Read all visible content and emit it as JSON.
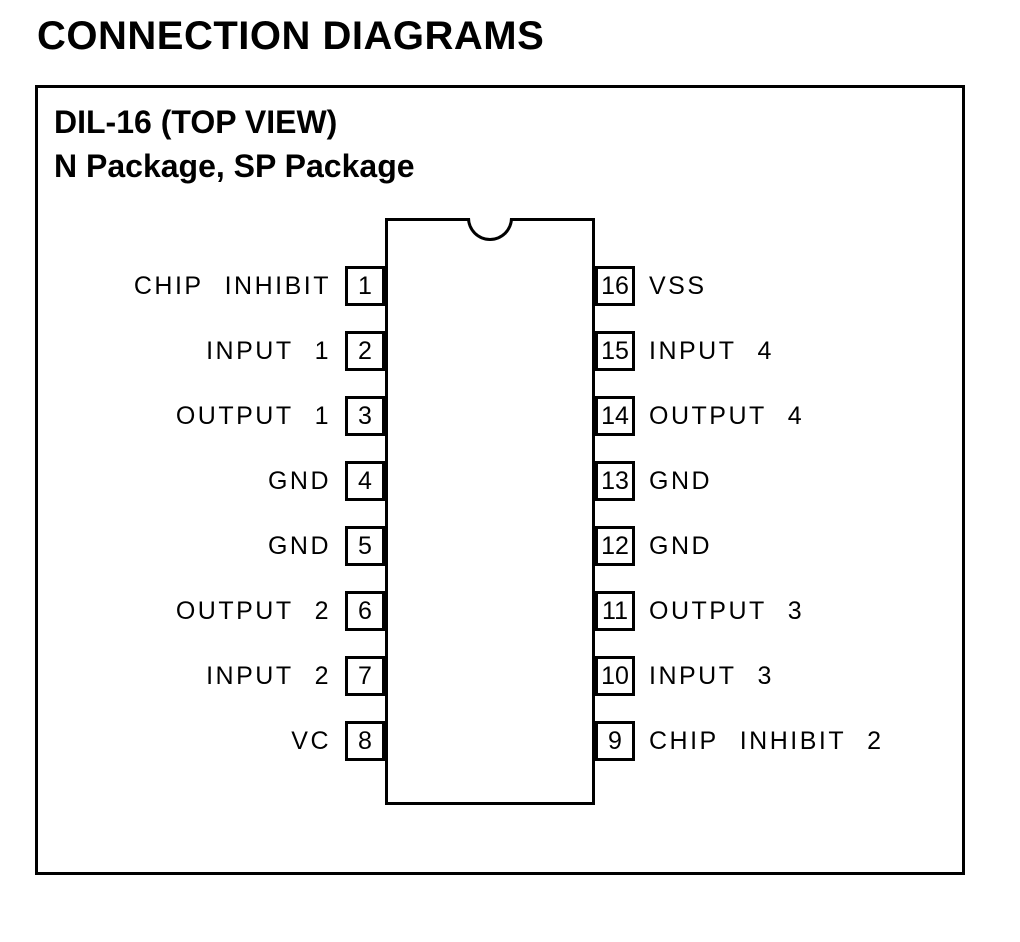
{
  "page": {
    "title": "CONNECTION DIAGRAMS"
  },
  "diagram": {
    "heading_line1": "DIL-16 (TOP VIEW)",
    "heading_line2": "N Package, SP Package",
    "package_type": "DIL-16"
  },
  "pins": {
    "left": [
      {
        "number": "1",
        "label": "CHIP INHIBIT"
      },
      {
        "number": "2",
        "label": "INPUT 1"
      },
      {
        "number": "3",
        "label": "OUTPUT 1"
      },
      {
        "number": "4",
        "label": "GND"
      },
      {
        "number": "5",
        "label": "GND"
      },
      {
        "number": "6",
        "label": "OUTPUT 2"
      },
      {
        "number": "7",
        "label": "INPUT 2"
      },
      {
        "number": "8",
        "label": "VC"
      }
    ],
    "right": [
      {
        "number": "16",
        "label": "VSS"
      },
      {
        "number": "15",
        "label": "INPUT 4"
      },
      {
        "number": "14",
        "label": "OUTPUT 4"
      },
      {
        "number": "13",
        "label": "GND"
      },
      {
        "number": "12",
        "label": "GND"
      },
      {
        "number": "11",
        "label": "OUTPUT 3"
      },
      {
        "number": "10",
        "label": "INPUT 3"
      },
      {
        "number": "9",
        "label": "CHIP INHIBIT 2"
      }
    ]
  },
  "colors": {
    "line": "#000000",
    "background": "#ffffff",
    "text": "#000000"
  }
}
